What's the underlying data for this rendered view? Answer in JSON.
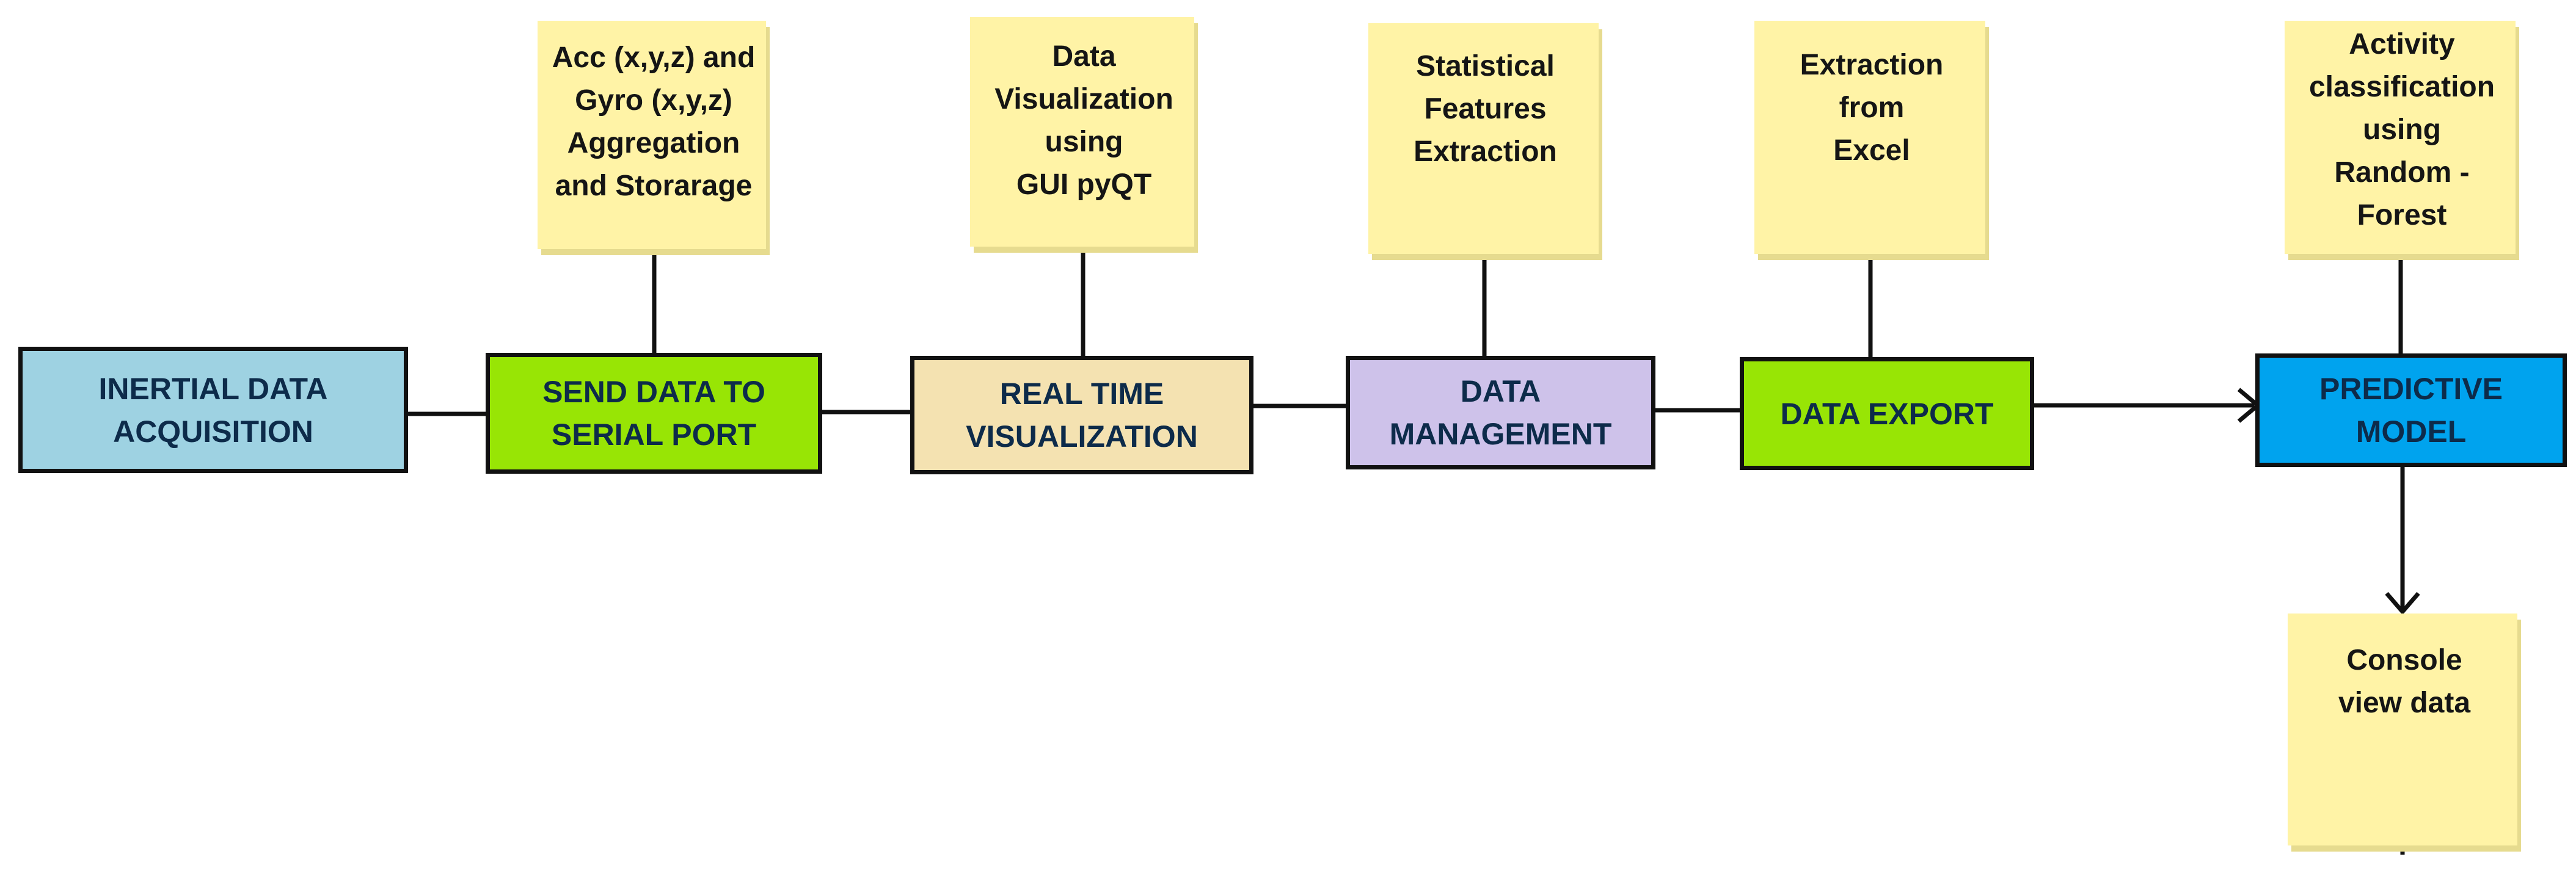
{
  "colors": {
    "blue_box": "#9ed2e2",
    "green_box": "#98e505",
    "tan_box": "#f4e2b1",
    "lavender_box": "#cec2ea",
    "bright_blue_box": "#00a3ee",
    "sticky_note": "#fff3a6",
    "sticky_shadow": "#e6db8f",
    "line": "#111111"
  },
  "process_boxes": [
    {
      "id": "inertial",
      "label": "INERTIAL DATA\nACQUISITION"
    },
    {
      "id": "serial",
      "label": "SEND DATA TO\nSERIAL PORT"
    },
    {
      "id": "realtime",
      "label": "REAL  TIME\nVISUALIZATION"
    },
    {
      "id": "management",
      "label": "DATA\nMANAGEMENT"
    },
    {
      "id": "export",
      "label": "DATA EXPORT"
    },
    {
      "id": "predictive",
      "label": "PREDICTIVE\nMODEL"
    }
  ],
  "notes": [
    {
      "id": "note-aggregation",
      "text": "Acc (x,y,z) and\nGyro (x,y,z)\nAggregation\nand Storarage"
    },
    {
      "id": "note-visualization",
      "text": "Data\nVisualization\nusing\nGUI pyQT"
    },
    {
      "id": "note-statistical",
      "text": "Statistical\nFeatures\nExtraction"
    },
    {
      "id": "note-excel",
      "text": "Extraction\nfrom\nExcel"
    },
    {
      "id": "note-classification",
      "text": "Activity\nclassification\nusing\nRandom -\nForest"
    },
    {
      "id": "note-console",
      "text": "Console\nview data"
    }
  ]
}
